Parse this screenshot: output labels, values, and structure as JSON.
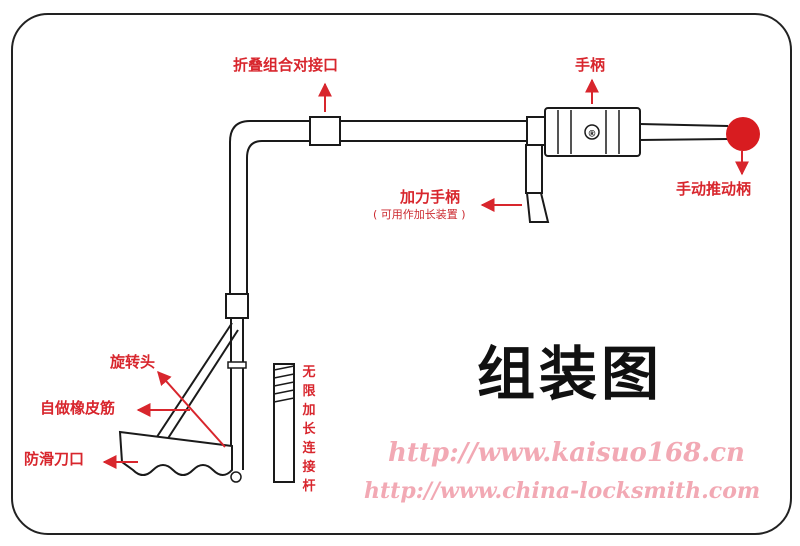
{
  "title": "组装图",
  "labels": {
    "fold_joint": "折叠组合对接口",
    "handle": "手柄",
    "manual_push_handle": "手动推动柄",
    "force_handle": "加力手柄",
    "force_handle_note": "( 可用作加长装置 )",
    "rotating_head": "旋转头",
    "rubber_band": "自做橡皮筋",
    "anti_slip_blade": "防滑刀口",
    "extension_rod": "无限加长连接杆"
  },
  "registered_mark": "®",
  "watermarks": {
    "url1": "http://www.kaisuo168.cn",
    "url2": "http://www.china-locksmith.com"
  },
  "colors": {
    "label_red": "#d8262d",
    "line": "#1a1a1a",
    "knob_red": "#d81c20",
    "watermark_pink": "#f2a9b4",
    "title": "#111111"
  }
}
